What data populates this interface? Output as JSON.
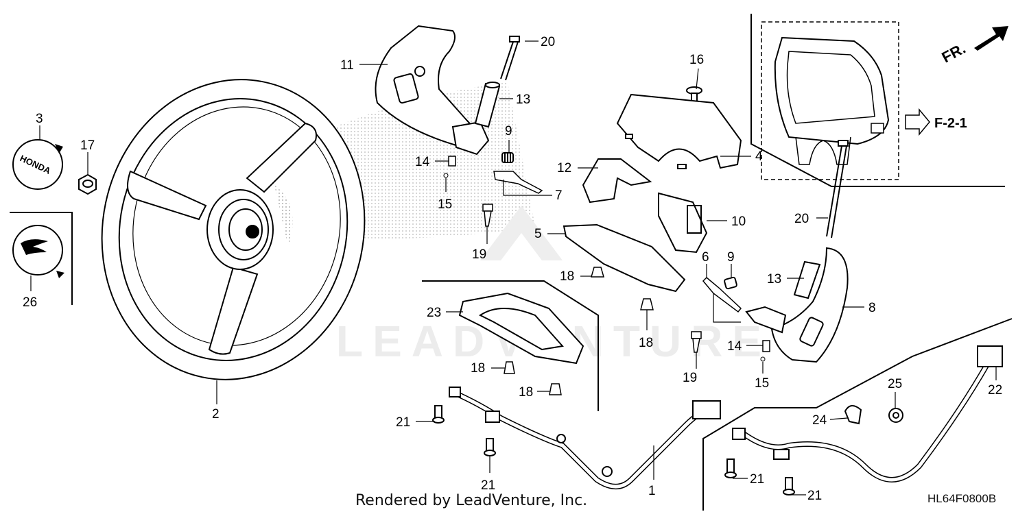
{
  "diagram": {
    "watermark": "LEADVENTURE",
    "ref_label": "F-2-1",
    "direction_label": "FR.",
    "emblem_text": "HONDA",
    "footer": "Rendered by LeadVenture, Inc.",
    "diagram_code": "HL64F0800B",
    "callouts": {
      "c1": "1",
      "c2": "2",
      "c3": "3",
      "c4": "4",
      "c5": "5",
      "c6": "6",
      "c7": "7",
      "c8": "8",
      "c9a": "9",
      "c9b": "9",
      "c10": "10",
      "c11": "11",
      "c12": "12",
      "c13a": "13",
      "c13b": "13",
      "c14a": "14",
      "c14b": "14",
      "c15a": "15",
      "c15b": "15",
      "c16": "16",
      "c17": "17",
      "c18a": "18",
      "c18b": "18",
      "c18c": "18",
      "c18d": "18",
      "c19a": "19",
      "c19b": "19",
      "c20a": "20",
      "c20b": "20",
      "c21a": "21",
      "c21b": "21",
      "c21c": "21",
      "c21d": "21",
      "c22": "22",
      "c23": "23",
      "c24": "24",
      "c25": "25",
      "c26": "26"
    }
  }
}
